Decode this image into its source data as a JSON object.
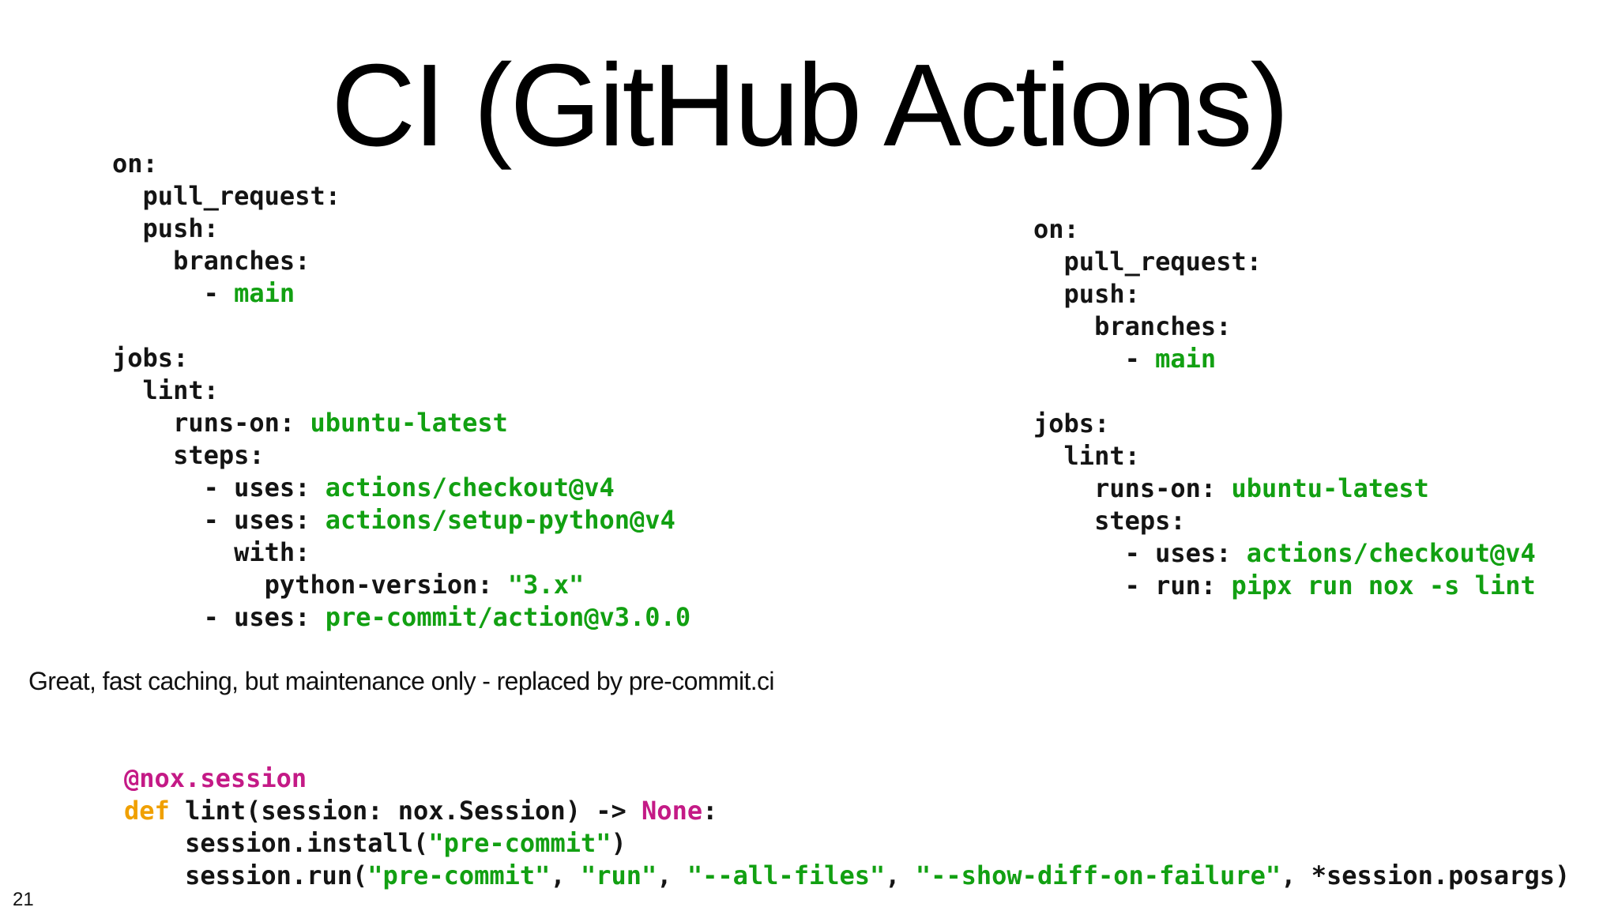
{
  "slide": {
    "title": "CI (GitHub Actions)",
    "note": "Great, fast caching, but maintenance only - replaced by pre-commit.ci",
    "page_number": "21"
  },
  "yaml_left": {
    "language": "yaml",
    "lines": [
      [
        {
          "t": "on:",
          "c": "plain"
        }
      ],
      [
        {
          "t": "  pull_request:",
          "c": "plain"
        }
      ],
      [
        {
          "t": "  push:",
          "c": "plain"
        }
      ],
      [
        {
          "t": "    branches:",
          "c": "plain"
        }
      ],
      [
        {
          "t": "      - ",
          "c": "plain"
        },
        {
          "t": "main",
          "c": "val"
        }
      ],
      [],
      [
        {
          "t": "jobs:",
          "c": "plain"
        }
      ],
      [
        {
          "t": "  lint:",
          "c": "plain"
        }
      ],
      [
        {
          "t": "    runs-on: ",
          "c": "plain"
        },
        {
          "t": "ubuntu-latest",
          "c": "val"
        }
      ],
      [
        {
          "t": "    steps:",
          "c": "plain"
        }
      ],
      [
        {
          "t": "      - uses: ",
          "c": "plain"
        },
        {
          "t": "actions/checkout@v4",
          "c": "val"
        }
      ],
      [
        {
          "t": "      - uses: ",
          "c": "plain"
        },
        {
          "t": "actions/setup-python@v4",
          "c": "val"
        }
      ],
      [
        {
          "t": "        with:",
          "c": "plain"
        }
      ],
      [
        {
          "t": "          python-version: ",
          "c": "plain"
        },
        {
          "t": "\"3.x\"",
          "c": "str"
        }
      ],
      [
        {
          "t": "      - uses: ",
          "c": "plain"
        },
        {
          "t": "pre-commit/action@v3.0.0",
          "c": "val"
        }
      ]
    ]
  },
  "yaml_right": {
    "language": "yaml",
    "lines": [
      [
        {
          "t": "on:",
          "c": "plain"
        }
      ],
      [
        {
          "t": "  pull_request:",
          "c": "plain"
        }
      ],
      [
        {
          "t": "  push:",
          "c": "plain"
        }
      ],
      [
        {
          "t": "    branches:",
          "c": "plain"
        }
      ],
      [
        {
          "t": "      - ",
          "c": "plain"
        },
        {
          "t": "main",
          "c": "val"
        }
      ],
      [],
      [
        {
          "t": "jobs:",
          "c": "plain"
        }
      ],
      [
        {
          "t": "  lint:",
          "c": "plain"
        }
      ],
      [
        {
          "t": "    runs-on: ",
          "c": "plain"
        },
        {
          "t": "ubuntu-latest",
          "c": "val"
        }
      ],
      [
        {
          "t": "    steps:",
          "c": "plain"
        }
      ],
      [
        {
          "t": "      - uses: ",
          "c": "plain"
        },
        {
          "t": "actions/checkout@v4",
          "c": "val"
        }
      ],
      [
        {
          "t": "      - run: ",
          "c": "plain"
        },
        {
          "t": "pipx run nox -s lint",
          "c": "val"
        }
      ]
    ]
  },
  "python_code": {
    "language": "python",
    "lines": [
      [
        {
          "t": "@nox.session",
          "c": "dec"
        }
      ],
      [
        {
          "t": "def",
          "c": "kw"
        },
        {
          "t": " lint(session: nox.Session) -> ",
          "c": "plain"
        },
        {
          "t": "None",
          "c": "const"
        },
        {
          "t": ":",
          "c": "plain"
        }
      ],
      [
        {
          "t": "    session.install(",
          "c": "plain"
        },
        {
          "t": "\"pre-commit\"",
          "c": "str"
        },
        {
          "t": ")",
          "c": "plain"
        }
      ],
      [
        {
          "t": "    session.run(",
          "c": "plain"
        },
        {
          "t": "\"pre-commit\"",
          "c": "str"
        },
        {
          "t": ", ",
          "c": "plain"
        },
        {
          "t": "\"run\"",
          "c": "str"
        },
        {
          "t": ", ",
          "c": "plain"
        },
        {
          "t": "\"--all-files\"",
          "c": "str"
        },
        {
          "t": ", ",
          "c": "plain"
        },
        {
          "t": "\"--show-diff-on-failure\"",
          "c": "str"
        },
        {
          "t": ", *session.posargs)",
          "c": "plain"
        }
      ]
    ]
  },
  "colors": {
    "background": "#ffffff",
    "text": "#141414",
    "value_green": "#12a012",
    "decorator_magenta": "#c41a86",
    "keyword_orange": "#f0a000"
  }
}
